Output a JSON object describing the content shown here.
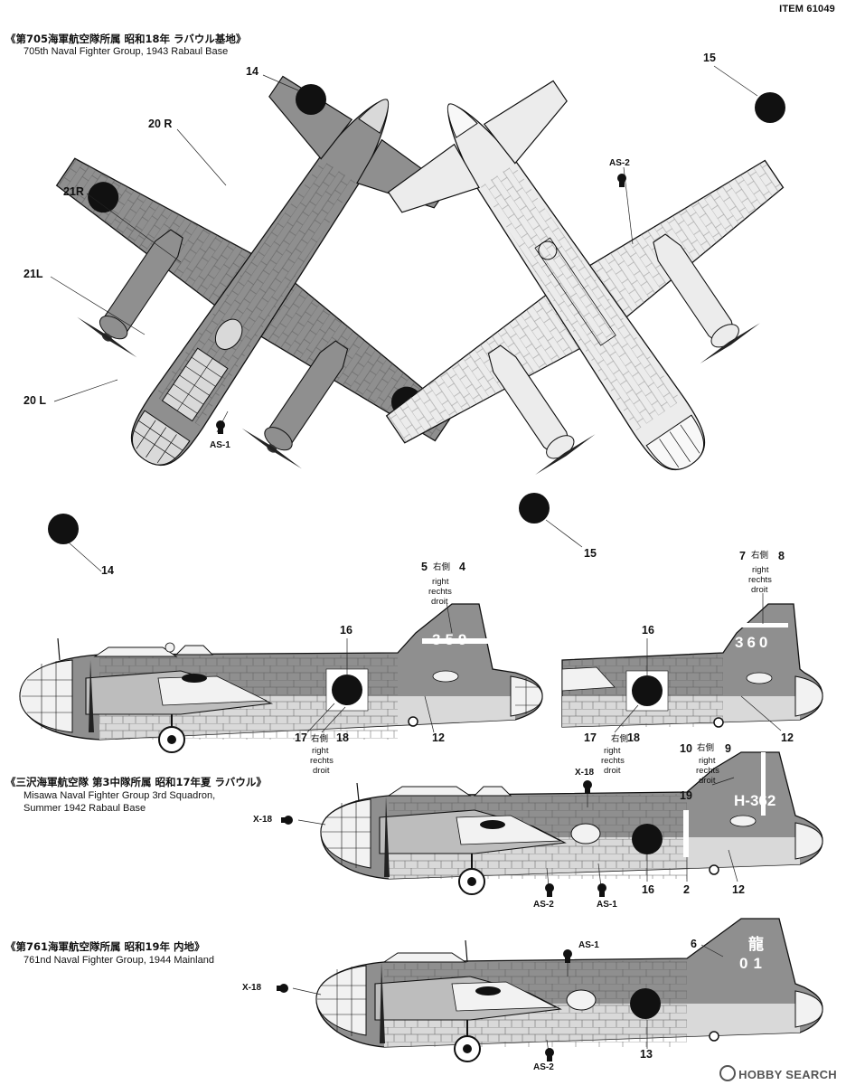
{
  "header": {
    "item": "ITEM 61049"
  },
  "sections": [
    {
      "title_jp": "《第705海軍航空隊所属 昭和18年 ラバウル基地》",
      "title_en": "705th Naval Fighter Group, 1943 Rabaul Base"
    },
    {
      "title_jp": "《三沢海軍航空隊 第3中隊所属 昭和17年夏 ラバウル》",
      "title_en_1": "Misawa Naval Fighter Group 3rd Squadron,",
      "title_en_2": "Summer 1942 Rabaul Base"
    },
    {
      "title_jp": "《第761海軍航空隊所属 昭和19年 内地》",
      "title_en": "761nd Naval Fighter Group, 1944 Mainland"
    }
  ],
  "callouts": {
    "n14": "14",
    "n15": "15",
    "n20r": "20 R",
    "n21r": "21R",
    "n21l": "21L",
    "n20l": "20 L",
    "n16": "16",
    "n17": "17",
    "n18": "18",
    "n12": "12",
    "n5": "5",
    "n4": "4",
    "n7": "7",
    "n8": "8",
    "n10": "10",
    "n9": "9",
    "n19": "19",
    "n2": "2",
    "n6": "6",
    "n13": "13",
    "as1": "AS-1",
    "as2": "AS-2",
    "x18": "X-18",
    "migi": "右側",
    "right": "right",
    "rechts": "rechts",
    "droit": "droit"
  },
  "tail_codes": {
    "p1": "359",
    "p2": "360",
    "p3": "H-362",
    "p4_top": "龍",
    "p4_bot": "01"
  },
  "watermark": "HOBBY SEARCH",
  "colors": {
    "dark_green": "#8a8a8a",
    "light_grey": "#e8e8e8",
    "hinomaru": "#111111",
    "white_band": "#ffffff"
  }
}
